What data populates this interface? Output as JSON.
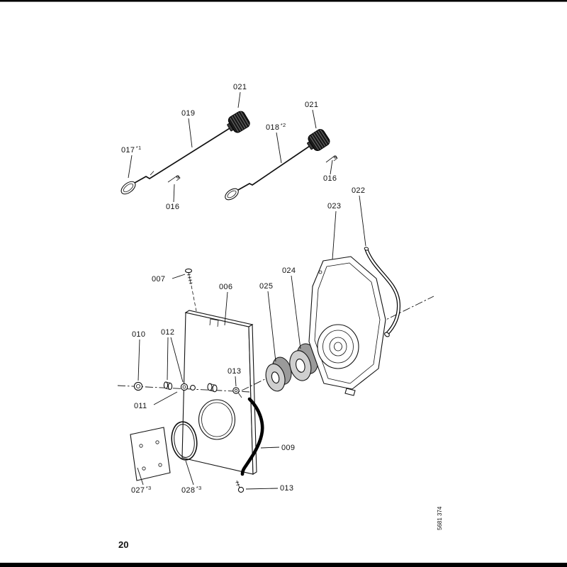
{
  "meta": {
    "page_number": "20",
    "doc_code": "5681 374"
  },
  "colors": {
    "ink": "#111111",
    "knob": "#1a1a1a",
    "washer_face": "#cfcfcf",
    "washer_back": "#9a9a9a",
    "seal": "#000000"
  },
  "callouts": {
    "c021a": "021",
    "c019": "019",
    "c017": "017",
    "c017sup": "*1",
    "c016a": "016",
    "c018": "018",
    "c018sup": "*2",
    "c021b": "021",
    "c016b": "016",
    "c022": "022",
    "c023": "023",
    "c007": "007",
    "c006": "006",
    "c025": "025",
    "c024": "024",
    "c010": "010",
    "c012": "012",
    "c013a": "013",
    "c011": "011",
    "c009": "009",
    "c027": "027",
    "c027sup": "*3",
    "c028": "028",
    "c028sup": "*3",
    "c013b": "013"
  }
}
